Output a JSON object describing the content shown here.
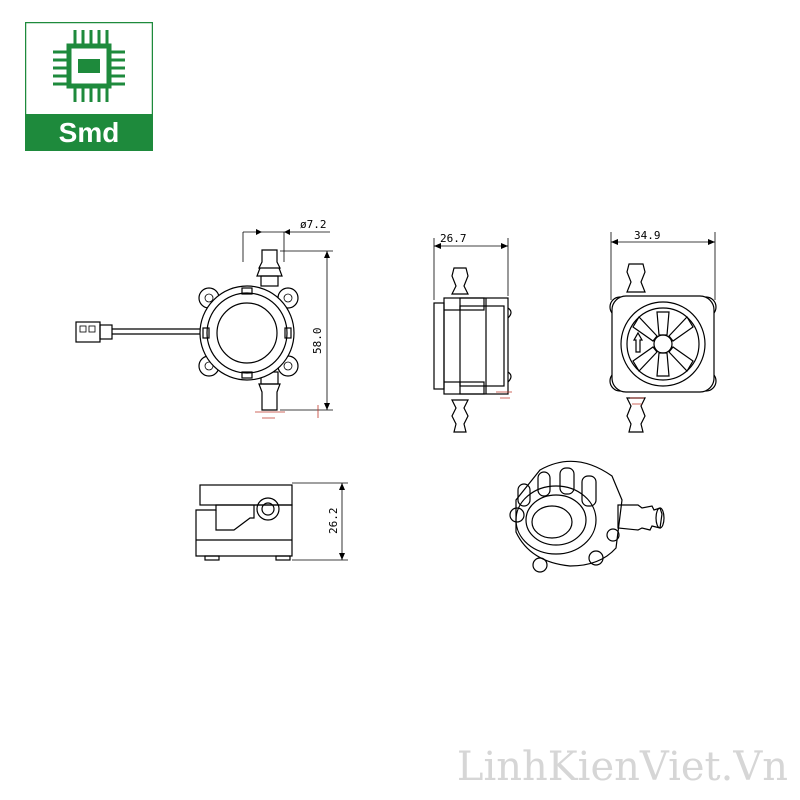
{
  "logo": {
    "text": "Smd",
    "brand_color": "#1e8a3c"
  },
  "watermark": {
    "text": "LinhKienViet.Vn"
  },
  "dimensions": {
    "d_pipe": "ø7.2",
    "height_front": "58.0",
    "width_side": "26.7",
    "width_back": "34.9",
    "height_bottom": "26.2"
  },
  "colors": {
    "line": "#000000",
    "logo_green": "#1e8a3c",
    "watermark": "#d6d6d6"
  }
}
